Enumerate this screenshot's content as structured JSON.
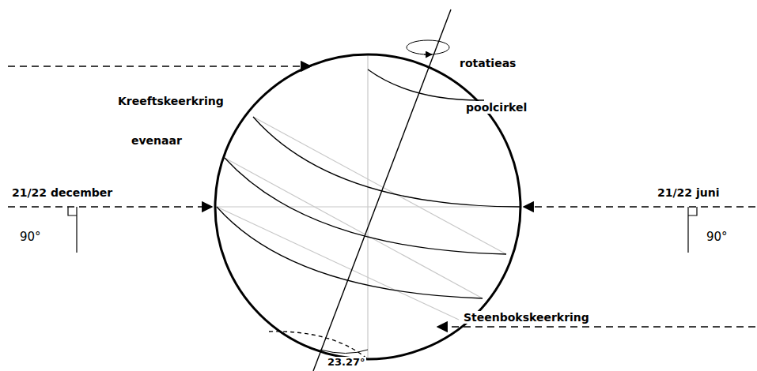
{
  "diagram": {
    "labels": [
      "rotatieas",
      "poolcirkel",
      "Kreeftskeerkring",
      "evenaar",
      "21/22 december",
      "90°",
      "21/22 juni",
      "90°",
      "Steenbokskeerkring",
      "23.27°"
    ]
  }
}
